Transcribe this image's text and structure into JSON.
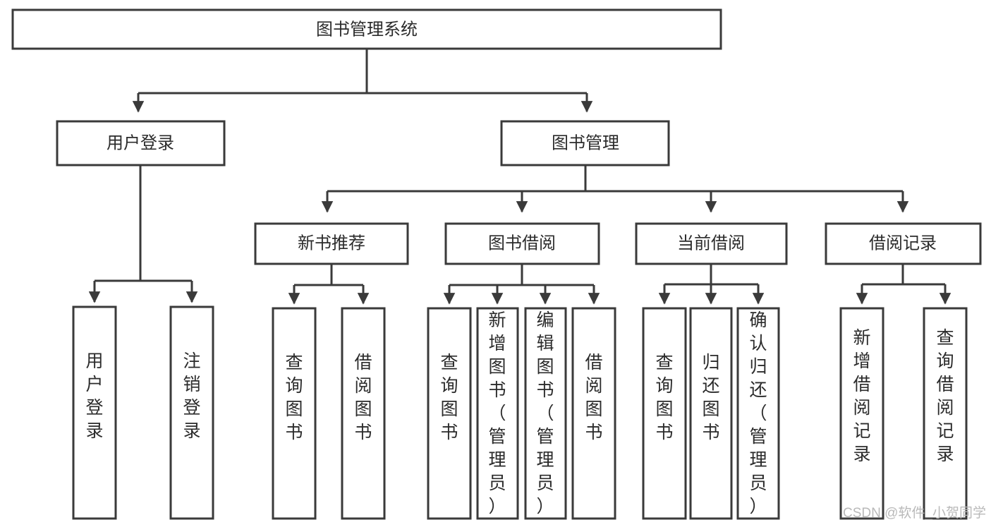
{
  "diagram": {
    "type": "tree",
    "orientation": "top-down",
    "title_node": "图书管理系统",
    "colors": {
      "background": "#ffffff",
      "stroke": "#3a3a3a",
      "text": "#2b2b2b",
      "watermark": "#b9b9b9"
    },
    "nodes": {
      "root": {
        "label": "图书管理系统"
      },
      "level2": [
        {
          "id": "user-login",
          "label": "用户登录"
        },
        {
          "id": "book-manage",
          "label": "图书管理"
        }
      ],
      "level3": [
        {
          "id": "new-book-recommend",
          "label": "新书推荐"
        },
        {
          "id": "book-borrow",
          "label": "图书借阅"
        },
        {
          "id": "current-borrow",
          "label": "当前借阅"
        },
        {
          "id": "borrow-record",
          "label": "借阅记录"
        }
      ],
      "leaves": {
        "user_login": [
          {
            "id": "leaf-user-login",
            "label": "用户登录"
          },
          {
            "id": "leaf-logout-login",
            "label": "注销登录"
          }
        ],
        "new_book_recommend": [
          {
            "id": "leaf-query-book-1",
            "label": "查询图书"
          },
          {
            "id": "leaf-borrow-book-1",
            "label": "借阅图书"
          }
        ],
        "book_borrow": [
          {
            "id": "leaf-query-book-2",
            "label": "查询图书"
          },
          {
            "id": "leaf-add-book",
            "label": "新增图书（管理员）"
          },
          {
            "id": "leaf-edit-book",
            "label": "编辑图书（管理员）"
          },
          {
            "id": "leaf-borrow-book-2",
            "label": "借阅图书"
          }
        ],
        "current_borrow": [
          {
            "id": "leaf-query-book-3",
            "label": "查询图书"
          },
          {
            "id": "leaf-return-book",
            "label": "归还图书"
          },
          {
            "id": "leaf-confirm-return",
            "label": "确认归还（管理员）"
          }
        ],
        "borrow_record": [
          {
            "id": "leaf-add-borrow-record",
            "label": "新增借阅记录"
          },
          {
            "id": "leaf-query-borrow-record",
            "label": "查询借阅记录"
          }
        ]
      }
    },
    "watermark": "CSDN @软件_小贺同学"
  }
}
